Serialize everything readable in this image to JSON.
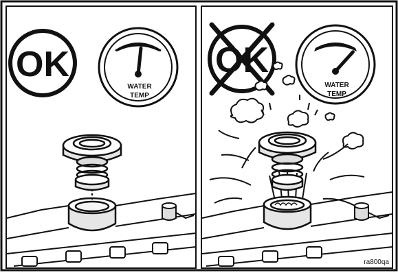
{
  "panels": [
    {
      "badge": "OK",
      "badge_crossed": false,
      "gauge": {
        "label_line1": "WATER",
        "label_line2": "TEMP",
        "needle_level": 0.55
      }
    },
    {
      "badge": "OK",
      "badge_crossed": true,
      "gauge": {
        "label_line1": "WATER",
        "label_line2": "TEMP",
        "needle_level": 0.85
      }
    }
  ],
  "figure_code": "ra800qa",
  "colors": {
    "ink": "#111111",
    "paper": "#ffffff",
    "shade": "#d8d8d8"
  }
}
